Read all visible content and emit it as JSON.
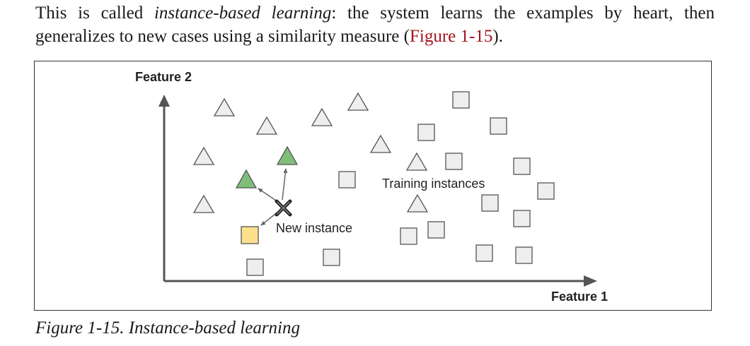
{
  "paragraph": {
    "text_before": "This is called ",
    "emphasis": "instance-based learning",
    "text_middle": ": the system learns the examples by heart, then generalizes to new cases using a similarity measure (",
    "figure_ref": "Figure 1-15",
    "text_after": ")."
  },
  "figure": {
    "axis_y_label": "Feature 2",
    "axis_x_label": "Feature 1",
    "label_training": "Training instances",
    "label_new": "New instance",
    "colors": {
      "axis": "#555555",
      "shape_fill": "#eeeeee",
      "shape_stroke": "#555555",
      "green": "#7fbf7a",
      "yellow": "#fde08c"
    }
  },
  "caption": {
    "text": "Figure 1-15. Instance-based learning"
  }
}
